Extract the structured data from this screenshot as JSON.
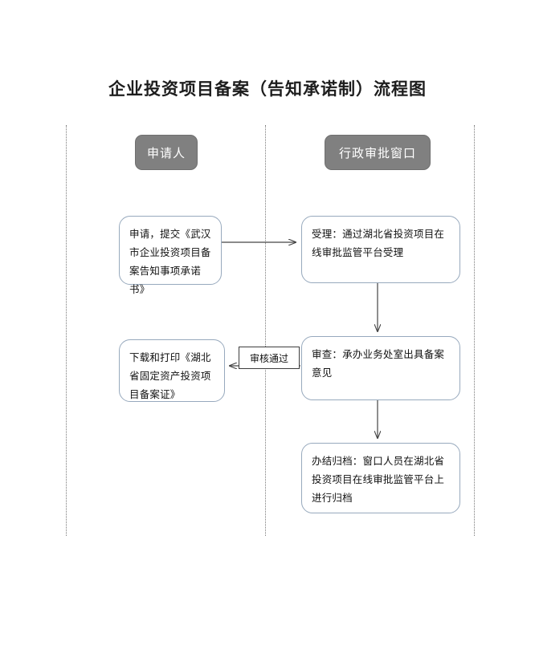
{
  "page": {
    "title": "企业投资项目备案（告知承诺制）流程图",
    "background_color": "#ffffff"
  },
  "colors": {
    "lane_header_fill": "#808080",
    "lane_header_text": "#ffffff",
    "node_border": "#97a9bd",
    "node_fill": "#ffffff",
    "connector": "#444444",
    "lane_divider": "#7a7a7a",
    "label_border": "#3d3d3d",
    "text": "#111111"
  },
  "lanes": [
    {
      "id": "applicant",
      "label": "申请人"
    },
    {
      "id": "approval-window",
      "label": "行政审批窗口"
    }
  ],
  "nodes": [
    {
      "id": "apply",
      "lane": "applicant",
      "text": "申请，提交《武汉市企业投资项目备案告知事项承诺书》"
    },
    {
      "id": "accept",
      "lane": "approval-window",
      "text": "受理：通过湖北省投资项目在线审批监管平台受理"
    },
    {
      "id": "review",
      "lane": "approval-window",
      "text": "审查：承办业务处室出具备案意见"
    },
    {
      "id": "archive",
      "lane": "approval-window",
      "text": "办结归档：窗口人员在湖北省投资项目在线审批监管平台上进行归档"
    },
    {
      "id": "download",
      "lane": "applicant",
      "text": "下载和打印《湖北省固定资产投资项目备案证》"
    }
  ],
  "edges": [
    {
      "id": "apply-to-accept",
      "from": "apply",
      "to": "accept",
      "label": ""
    },
    {
      "id": "accept-to-review",
      "from": "accept",
      "to": "review",
      "label": ""
    },
    {
      "id": "review-to-archive",
      "from": "review",
      "to": "archive",
      "label": ""
    },
    {
      "id": "review-to-download",
      "from": "review",
      "to": "download",
      "label": "审核通过"
    }
  ],
  "edge_labels": {
    "review_passed": "审核通过"
  }
}
